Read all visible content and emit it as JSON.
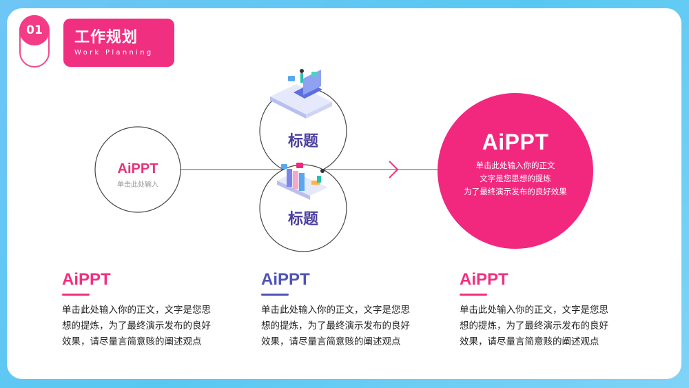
{
  "header": {
    "number": "01",
    "title": "工作规划",
    "subtitle": "Work Planning"
  },
  "left_circle": {
    "title": "AiPPT",
    "subtitle": "单击此处输入"
  },
  "middle": {
    "top_title": "标题",
    "bottom_title": "标题"
  },
  "big_circle": {
    "title": "AiPPT",
    "lines": [
      "单击此处输入你的正文",
      "文字是您思想的提炼",
      "为了最终演示发布的良好效果"
    ]
  },
  "columns": [
    {
      "title": "AiPPT",
      "body_lines": [
        "单击此处输入你的正文，文字是您思",
        "想的提炼，为了最终演示发布的良好",
        "效果，请尽量言简意赅的阐述观点"
      ]
    },
    {
      "title": "AiPPT",
      "body_lines": [
        "单击此处输入你的正文，文字是您思",
        "想的提炼，为了最终演示发布的良好",
        "效果，请尽量言简意赅的阐述观点"
      ]
    },
    {
      "title": "AiPPT",
      "body_lines": [
        "单击此处输入你的正文，文字是您思",
        "想的提炼，为了最终演示发布的良好",
        "效果，请尽量言简意赅的阐述观点"
      ]
    }
  ],
  "colors": {
    "pink": "#f12f80",
    "purple": "#4b3fa0",
    "indigo": "#4f53b5"
  }
}
